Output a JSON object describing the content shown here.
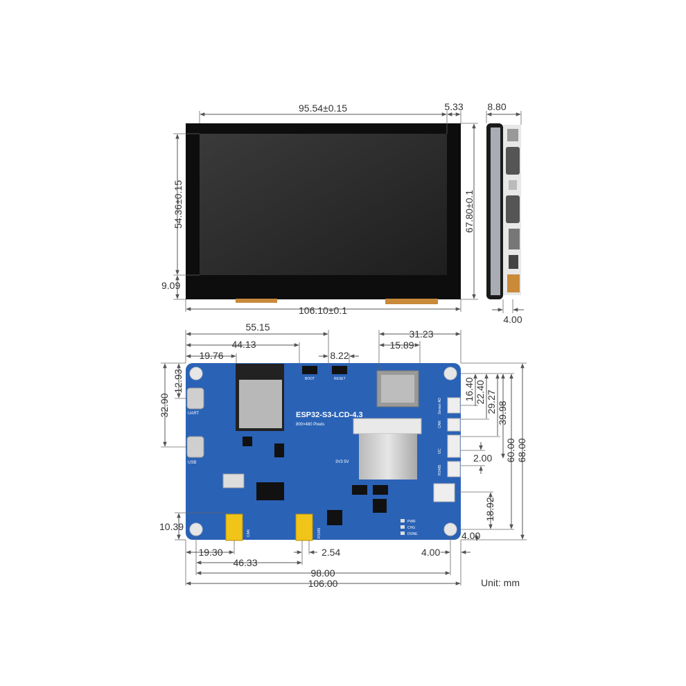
{
  "unit_label": "Unit: mm",
  "top_view": {
    "width_inner": "95.54±0.15",
    "offset_right": "5.33",
    "thickness": "8.80",
    "height_inner": "54.36±0.15",
    "height_total": "67.80±0.1",
    "offset_bottom": "9.09",
    "width_total": "106.10±0.1",
    "side_bottom": "4.00"
  },
  "bottom_view": {
    "d_55_15": "55.15",
    "d_44_13": "44.13",
    "d_19_76": "19.76",
    "d_8_22": "8.22",
    "d_31_23": "31.23",
    "d_15_89": "15.89",
    "d_12_93": "12.93",
    "d_32_90": "32.90",
    "d_16_40": "16.40",
    "d_22_40": "22.40",
    "d_29_27": "29.27",
    "d_39_98": "39.98",
    "d_60_00": "60.00",
    "d_68_00": "68.00",
    "d_2_00": "2.00",
    "d_18_92": "18.92",
    "d_4_00_right": "4.00",
    "d_10_39": "10.39",
    "d_19_30": "19.30",
    "d_2_54": "2.54",
    "d_4_00_bottom": "4.00",
    "d_46_33": "46.33",
    "d_98_00": "98.00",
    "d_106_00": "106.00"
  },
  "board": {
    "title": "ESP32-S3-LCD-4.3",
    "subtitle": "800×480 Pixels",
    "boot": "BOOT",
    "reset": "RESET",
    "uart": "UART",
    "usb": "USB",
    "can": "CAN",
    "rs485": "RS485",
    "sensor": "Sensor AD",
    "i2c": "I2C",
    "pwr": "PWR",
    "chg": "CHG",
    "done": "DONE",
    "volt": "3V3  5V"
  },
  "colors": {
    "pcb_blue": "#2a62b6",
    "screen_bezel": "#0d0d0d",
    "screen_display": "#2a2a2a",
    "flex_orange": "#c98a3a",
    "dim_line": "#555555"
  }
}
